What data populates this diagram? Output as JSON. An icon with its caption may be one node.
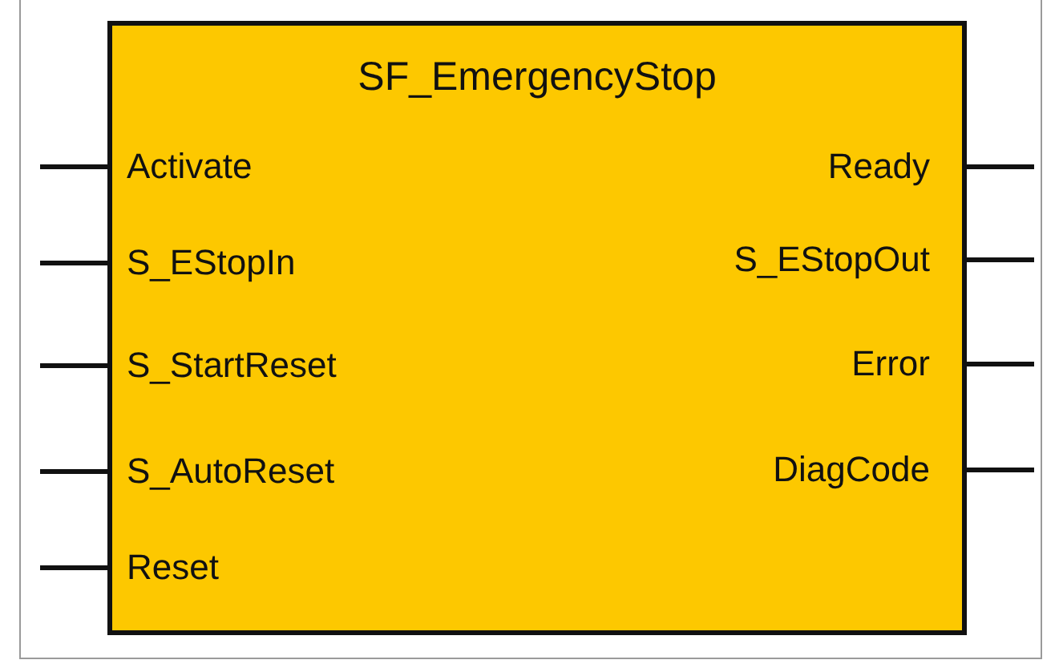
{
  "diagram": {
    "nodes": [
      {
        "text": [
          "SF_EmergencyStop"
        ]
      },
      {
        "text": [
          "Activate"
        ],
        "in": 0
      },
      {
        "text": [
          "S_EStopIn"
        ],
        "in": 0
      },
      {
        "text": [
          "S_StartReset"
        ],
        "in": 0
      },
      {
        "text": [
          "S_AutoReset"
        ],
        "in": 0
      },
      {
        "text": [
          "Reset"
        ],
        "in": 0
      },
      {
        "text": [
          "Ready"
        ],
        "in": 0
      },
      {
        "text": [
          "S_EStopOut"
        ],
        "in": 0
      },
      {
        "text": [
          "Error"
        ],
        "in": 0
      },
      {
        "text": [
          "DiagCode"
        ],
        "in": 0
      }
    ],
    "edges": [
      {
        "from": null,
        "to": 1,
        "arrow": "none"
      },
      {
        "from": null,
        "to": 2,
        "arrow": "none"
      },
      {
        "from": null,
        "to": 3,
        "arrow": "none"
      },
      {
        "from": null,
        "to": 4,
        "arrow": "none"
      },
      {
        "from": null,
        "to": 5,
        "arrow": "none"
      },
      {
        "from": 6,
        "to": null,
        "arrow": "none"
      },
      {
        "from": 7,
        "to": null,
        "arrow": "none"
      },
      {
        "from": 8,
        "to": null,
        "arrow": "none"
      },
      {
        "from": 9,
        "to": null,
        "arrow": "none"
      }
    ]
  }
}
